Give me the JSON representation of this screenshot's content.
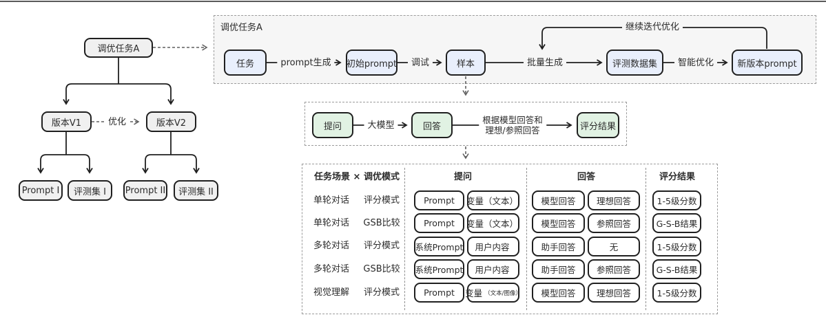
{
  "colors": {
    "node_border": "#1f1f1f",
    "blue_fill": "#e9effc",
    "green_fill": "#e1f2e3",
    "gray_fill": "#f0f0f0",
    "container_bg": "#f6f6f6",
    "dashed_border": "#9a9a9a",
    "text": "#2b2b2b"
  },
  "left_tree": {
    "root": "调优任务A",
    "v1": "版本V1",
    "v2": "版本V2",
    "optimize_label": "优化",
    "leaf_prompt1": "Prompt I",
    "leaf_evalset1": "评测集 I",
    "leaf_prompt2": "Prompt II",
    "leaf_evalset2": "评测集 II"
  },
  "top_flow": {
    "title": "调优任务A",
    "node_task": "任务",
    "label_prompt_gen": "prompt生成",
    "node_init_prompt": "初始prompt",
    "label_debug": "调试",
    "node_sample": "样本",
    "label_batch_gen": "批量生成",
    "node_eval_dataset": "评测数据集",
    "label_smart_opt": "智能优化",
    "node_new_prompt": "新版本prompt",
    "label_feedback": "继续迭代优化"
  },
  "mid_flow": {
    "node_question": "提问",
    "label_model": "大模型",
    "node_answer": "回答",
    "judge_line1": "根据模型回答和",
    "judge_line2": "理想/参照回答",
    "node_score": "评分结果"
  },
  "table": {
    "header_scene_mode": "任务场景 × 调优模式",
    "header_question": "提问",
    "header_answer": "回答",
    "header_score": "评分结果",
    "rows": [
      {
        "scene": "单轮对话",
        "mode": "评分模式",
        "q1": "Prompt",
        "q2": "变量（文本）",
        "q2_note": "",
        "a1": "模型回答",
        "a2": "理想回答",
        "r": "1-5级分数"
      },
      {
        "scene": "单轮对话",
        "mode": "GSB比较",
        "q1": "Prompt",
        "q2": "变量（文本）",
        "q2_note": "",
        "a1": "模型回答",
        "a2": "参照回答",
        "r": "G-S-B结果"
      },
      {
        "scene": "多轮对话",
        "mode": "评分模式",
        "q1": "系统Prompt",
        "q2": "用户内容",
        "q2_note": "",
        "a1": "助手回答",
        "a2": "无",
        "r": "1-5级分数"
      },
      {
        "scene": "多轮对话",
        "mode": "GSB比较",
        "q1": "系统Prompt",
        "q2": "用户内容",
        "q2_note": "",
        "a1": "助手回答",
        "a2": "参照回答",
        "r": "G-S-B结果"
      },
      {
        "scene": "视觉理解",
        "mode": "评分模式",
        "q1": "Prompt",
        "q2": "变量",
        "q2_note": "（文本/图像）",
        "a1": "模型回答",
        "a2": "理想回答",
        "r": "1-5级分数"
      }
    ]
  }
}
